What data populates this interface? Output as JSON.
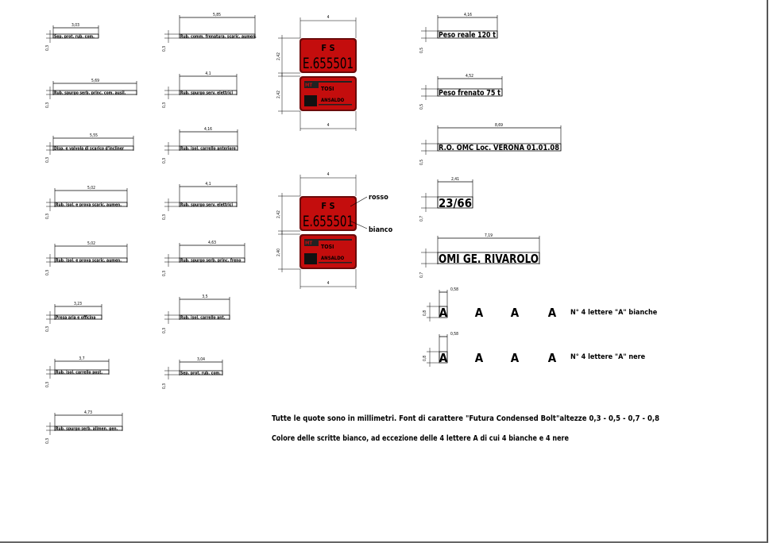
{
  "labels_small": [
    {
      "id": "l1",
      "width": "3,03",
      "height": "0,3",
      "text": "Sep. prot. rub. com."
    },
    {
      "id": "l2",
      "width": "5,69",
      "height": "0,3",
      "text": "Rub. spurgo serb. princ. com. ausil."
    },
    {
      "id": "l3",
      "width": "5,55",
      "height": "0,3",
      "text": "Disp. e valvola di scarico d'incliner"
    },
    {
      "id": "l4",
      "width": "5,02",
      "height": "0,3",
      "text": "Rub. isol. e prova scaric. aumen."
    },
    {
      "id": "l5",
      "width": "5,02",
      "height": "0,3",
      "text": "Rub. isol. e prova scaric. aumen."
    },
    {
      "id": "l6",
      "width": "3,23",
      "height": "0,3",
      "text": "Presa aria e officina"
    },
    {
      "id": "l7",
      "width": "3,7",
      "height": "0,3",
      "text": "Rub. isol. carrello post."
    },
    {
      "id": "l8",
      "width": "4,73",
      "height": "0,3",
      "text": "Rub. spurgo serb. alimen. gen."
    },
    {
      "id": "l9",
      "width": "5,85",
      "height": "0,3",
      "text": "Rub. comm. frenatura. scaric. aumen."
    },
    {
      "id": "l10",
      "width": "4,1",
      "height": "0,3",
      "text": "Rub. spurgo serv. elettrici"
    },
    {
      "id": "l11",
      "width": "4,16",
      "height": "0,3",
      "text": "Rub. isol. carrello anteriore"
    },
    {
      "id": "l12",
      "width": "4,1",
      "height": "0,3",
      "text": "Rub. spurgo serv. elettrici"
    },
    {
      "id": "l13",
      "width": "4,63",
      "height": "0,3",
      "text": "Rub. spurgo serb. princ. freno"
    },
    {
      "id": "l14",
      "width": "3,5",
      "height": "0,3",
      "text": "Rub. isol. carrello ant."
    },
    {
      "id": "l15",
      "width": "3,04",
      "height": "0,3",
      "text": "Sep. prot. rub. com."
    }
  ],
  "plates": [
    {
      "id": "plate1",
      "width": "4",
      "upper_height": "2,42",
      "lower_height": "2,42",
      "fs_text": "F S",
      "number": "E.655501",
      "brand_top": "TOSI",
      "brand_left": "MT",
      "brand_bottom": "ANSALDO"
    },
    {
      "id": "plate2",
      "width": "4",
      "upper_height": "2,42",
      "lower_height": "2,40",
      "fs_text": "F S",
      "number": "E.655501",
      "brand_top": "TOSI",
      "brand_left": "MT",
      "brand_bottom": "ANSALDO"
    }
  ],
  "plate_callouts": {
    "red": "rosso",
    "white": "bianco"
  },
  "labels_large": [
    {
      "id": "L1",
      "width": "4,16",
      "height": "0,5",
      "text": "Peso reale 120 t"
    },
    {
      "id": "L2",
      "width": "4,52",
      "height": "0,5",
      "text": "Peso frenato 75 t"
    },
    {
      "id": "L3",
      "width": "8,69",
      "height": "0,5",
      "text": "R.O. OMC Loc. VERONA 01.01.08"
    },
    {
      "id": "L4",
      "width": "2,41",
      "height": "0,7",
      "text": "23/66"
    },
    {
      "id": "L5",
      "width": "7,19",
      "height": "0,7",
      "text": "OMI GE. RIVAROLO"
    }
  ],
  "letters": [
    {
      "row": "white",
      "letter": "A",
      "width": "0,58",
      "height": "0,8",
      "caption": "N° 4 lettere \"A\" bianche"
    },
    {
      "row": "black",
      "letter": "A",
      "width": "0,58",
      "height": "0,8",
      "caption": "N° 4 lettere \"A\" nere"
    }
  ],
  "notes": [
    "Tutte le quote sono in millimetri. Font di carattere \"Futura Condensed Bolt\"altezze 0,3 - 0,5 -  0,7 - 0,8",
    "Colore delle scritte bianco, ad eccezione delle 4 lettere A di cui 4 bianche e 4 nere"
  ],
  "colors": {
    "plate_red": "#c40d0d",
    "plate_dark": "#6b0a0a",
    "line": "#000000"
  }
}
